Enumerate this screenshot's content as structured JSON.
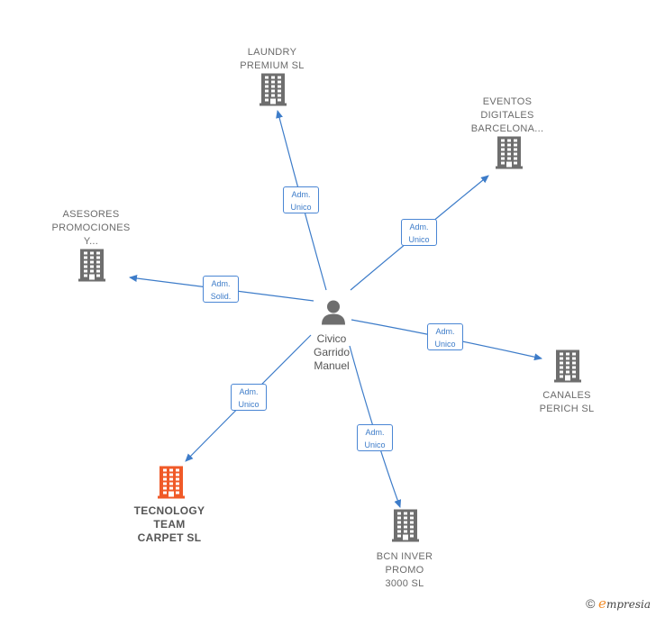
{
  "center": {
    "name": "Civico\nGarrido\nManuel"
  },
  "companies": [
    {
      "id": "laundry",
      "name": "LAUNDRY\nPREMIUM  SL",
      "role": "Adm.\nUnico",
      "color": "#6e6e6e"
    },
    {
      "id": "eventos",
      "name": "EVENTOS\nDIGITALES\nBARCELONA...",
      "role": "Adm.\nUnico",
      "color": "#6e6e6e"
    },
    {
      "id": "asesores",
      "name": "ASESORES\nPROMOCIONES\nY...",
      "role": "Adm.\nSolid.",
      "color": "#6e6e6e"
    },
    {
      "id": "canales",
      "name": "CANALES\nPERICH SL",
      "role": "Adm.\nUnico",
      "color": "#6e6e6e"
    },
    {
      "id": "tecnology",
      "name": "TECNOLOGY\nTEAM\nCARPET  SL",
      "role": "Adm.\nUnico",
      "color": "#f05a28"
    },
    {
      "id": "bcn",
      "name": "BCN INVER\nPROMO\n3000 SL",
      "role": "Adm.\nUnico",
      "color": "#6e6e6e"
    }
  ],
  "colors": {
    "edge": "#3d7cc9",
    "person": "#6e6e6e"
  },
  "brand": {
    "copyright": "©",
    "e": "e",
    "rest": "mpresia"
  }
}
